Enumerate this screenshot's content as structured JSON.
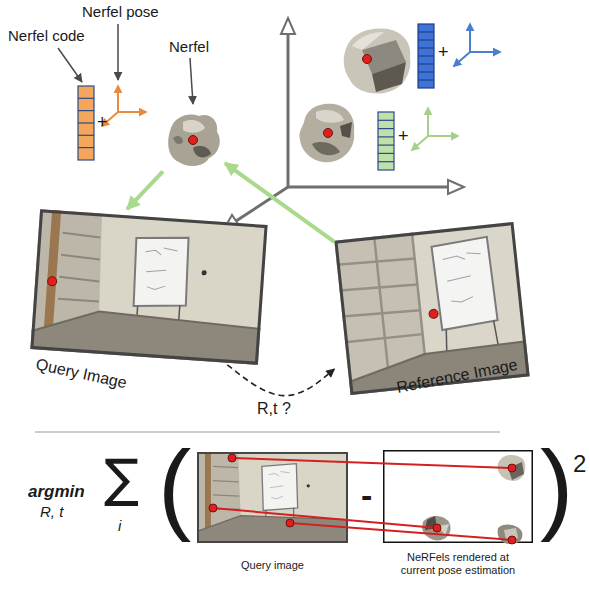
{
  "diagram": {
    "nodes": [
      {
        "text": [
          "Nerfel"
        ]
      },
      {
        "text": [
          "Query Image"
        ]
      },
      {
        "text": [
          "Reference Image"
        ]
      },
      {
        "text": [
          "Query image"
        ]
      },
      {
        "text": [
          "NeRFels rendered at current pose estimation"
        ]
      }
    ],
    "edges": [
      {
        "from": 0,
        "to": 1,
        "arrow": "to"
      },
      {
        "from": 2,
        "to": 0,
        "arrow": "to"
      },
      {
        "from": 1,
        "to": 2,
        "label": "R,t ?",
        "arrow": "to"
      }
    ],
    "labels": [
      "Nerfel code",
      "Nerfel pose",
      "+",
      "+",
      "+",
      "argmin",
      "R, t",
      "∑",
      "i",
      "(",
      "-",
      ")",
      "2"
    ]
  }
}
